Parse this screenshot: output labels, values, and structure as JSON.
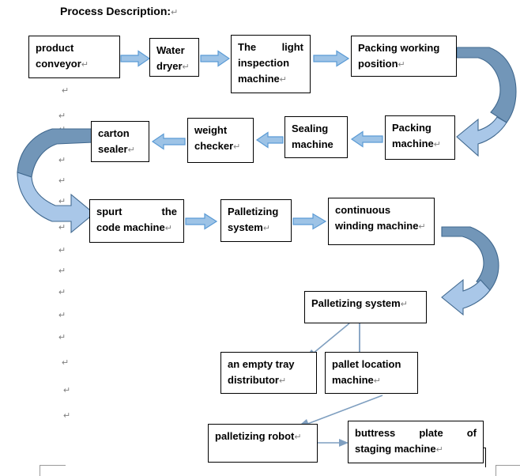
{
  "document": {
    "title": "Process Description:",
    "title_mark": "↵",
    "paragraph_mark": "↵",
    "colors": {
      "box_border": "#000000",
      "box_fill": "#ffffff",
      "arrow_fill": "#9dc3e6",
      "arrow_stroke": "#5b9bd5",
      "curve_light": "#a9c7e8",
      "curve_dark": "#7296b8",
      "thin_arrow": "#7f9fc0",
      "mark_gray": "#7f7f7f"
    }
  },
  "flow": {
    "row1": [
      {
        "id": "product-conveyor",
        "lines": [
          "product",
          "conveyor"
        ],
        "justify": [
          false,
          false
        ],
        "mark_on_line": 1
      },
      {
        "id": "water-dryer",
        "lines": [
          "Water",
          "dryer"
        ],
        "justify": [
          false,
          false
        ],
        "mark_on_line": 1
      },
      {
        "id": "light-inspection",
        "lines": [
          "The        light",
          "inspection",
          "machine"
        ],
        "justify": [
          true,
          false,
          false
        ],
        "mark_on_line": 2
      },
      {
        "id": "packing-working",
        "lines": [
          "Packing working",
          "position"
        ],
        "justify": [
          false,
          false
        ],
        "mark_on_line": 1
      }
    ],
    "row2": [
      {
        "id": "carton-sealer",
        "lines": [
          "carton",
          "sealer"
        ],
        "justify": [
          false,
          false
        ],
        "mark_on_line": 1
      },
      {
        "id": "weight-checker",
        "lines": [
          "weight",
          "checker"
        ],
        "justify": [
          false,
          false
        ],
        "mark_on_line": 1
      },
      {
        "id": "sealing-machine",
        "lines": [
          "Sealing",
          "machine"
        ],
        "justify": [
          false,
          false
        ],
        "mark_on_line": -1
      },
      {
        "id": "packing-machine",
        "lines": [
          "Packing",
          "machine"
        ],
        "justify": [
          false,
          false
        ],
        "mark_on_line": 1
      }
    ],
    "row3": [
      {
        "id": "spurt-code-machine",
        "lines": [
          "spurt          the",
          "code machine"
        ],
        "justify": [
          true,
          false
        ],
        "mark_on_line": 1
      },
      {
        "id": "palletizing-system-1",
        "lines": [
          "Palletizing",
          "system"
        ],
        "justify": [
          false,
          false
        ],
        "mark_on_line": 1
      },
      {
        "id": "continuous-winding",
        "lines": [
          "continuous",
          "winding machine"
        ],
        "justify": [
          false,
          false
        ],
        "mark_on_line": 1
      }
    ],
    "row4": [
      {
        "id": "palletizing-system-2",
        "lines": [
          "Palletizing system"
        ],
        "justify": [
          false
        ],
        "mark_on_line": 0
      }
    ],
    "row5": [
      {
        "id": "empty-tray-distributor",
        "lines": [
          "an  empty  tray",
          "distributor"
        ],
        "justify": [
          false,
          false
        ],
        "mark_on_line": 1
      },
      {
        "id": "pallet-location-machine",
        "lines": [
          "pallet location",
          "machine"
        ],
        "justify": [
          false,
          false
        ],
        "mark_on_line": 1
      }
    ],
    "row6": [
      {
        "id": "palletizing-robot",
        "lines": [
          "palletizing robot"
        ],
        "justify": [
          false
        ],
        "mark_on_line": 0
      },
      {
        "id": "buttress-plate",
        "lines": [
          "buttress      plate      of",
          "staging machine"
        ],
        "justify": [
          true,
          false
        ],
        "mark_on_line": 1
      }
    ]
  },
  "connectors": {
    "straight_arrows": [
      {
        "id": "arrow-conveyor-to-dryer",
        "direction": "right"
      },
      {
        "id": "arrow-dryer-to-inspection",
        "direction": "right"
      },
      {
        "id": "arrow-inspection-to-packing-position",
        "direction": "right"
      },
      {
        "id": "arrow-packing-machine-to-sealing",
        "direction": "left"
      },
      {
        "id": "arrow-sealing-to-weight",
        "direction": "left"
      },
      {
        "id": "arrow-weight-to-carton",
        "direction": "left"
      },
      {
        "id": "arrow-spurt-to-palletizing",
        "direction": "right"
      },
      {
        "id": "arrow-palletizing-to-winding",
        "direction": "right"
      }
    ],
    "curved_arrows": [
      {
        "id": "curve-packing-position-to-packing-machine",
        "position": "top-right"
      },
      {
        "id": "curve-carton-sealer-to-spurt",
        "position": "middle-left"
      },
      {
        "id": "curve-winding-to-palletizing-system",
        "position": "bottom-right"
      }
    ],
    "thin_arrows": [
      {
        "id": "thin-palletizing-to-empty-tray",
        "direction": "diagonal-down-left"
      },
      {
        "id": "thin-palletizing-to-pallet-location",
        "direction": "down"
      },
      {
        "id": "thin-pallet-location-to-robot",
        "direction": "diagonal-down-left"
      },
      {
        "id": "thin-robot-to-buttress",
        "direction": "right"
      }
    ]
  },
  "margin_marks": {
    "symbol": "↵",
    "count": 14
  }
}
